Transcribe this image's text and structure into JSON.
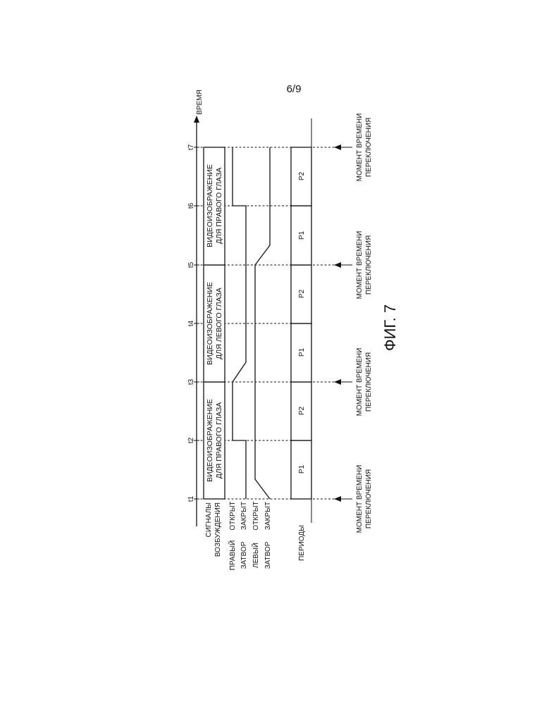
{
  "page_number": "6/9",
  "figure_label": "ФИГ. 7",
  "axis": {
    "time_label": "ВРЕМЯ"
  },
  "time_marks": [
    "t1",
    "t2",
    "t3",
    "t4",
    "t5",
    "t6",
    "t7"
  ],
  "rows": {
    "drive_signals": {
      "label_line1": "СИГНАЛЫ",
      "label_line2": "ВОЗБУЖДЕНИЯ"
    },
    "right_shutter": {
      "label_line1": "ПРАВЫЙ",
      "label_line2": "ЗАТВОР",
      "open": "ОТКРЫТ",
      "closed": "ЗАКРЫТ"
    },
    "left_shutter": {
      "label_line1": "ЛЕВЫЙ",
      "label_line2": "ЗАТВОР",
      "open": "ОТКРЫТ",
      "closed": "ЗАКРЫТ"
    },
    "periods": {
      "label": "ПЕРИОДЫ"
    }
  },
  "video_blocks": [
    {
      "line1": "ВИДЕОИЗОБРАЖЕНИЕ",
      "line2": "ДЛЯ ПРАВОГО ГЛАЗА"
    },
    {
      "line1": "ВИДЕОИЗОБРАЖЕНИЕ",
      "line2": "ДЛЯ ЛЕВОГО ГЛАЗА"
    },
    {
      "line1": "ВИДЕОИЗОБРАЖЕНИЕ",
      "line2": "ДЛЯ ПРАВОГО ГЛАЗА"
    }
  ],
  "periods": [
    "P1",
    "P2",
    "P1",
    "P2",
    "P1",
    "P2"
  ],
  "switch_moment": {
    "line1": "МОМЕНТ ВРЕМЕНИ",
    "line2": "ПЕРЕКЛЮЧЕНИЯ"
  }
}
